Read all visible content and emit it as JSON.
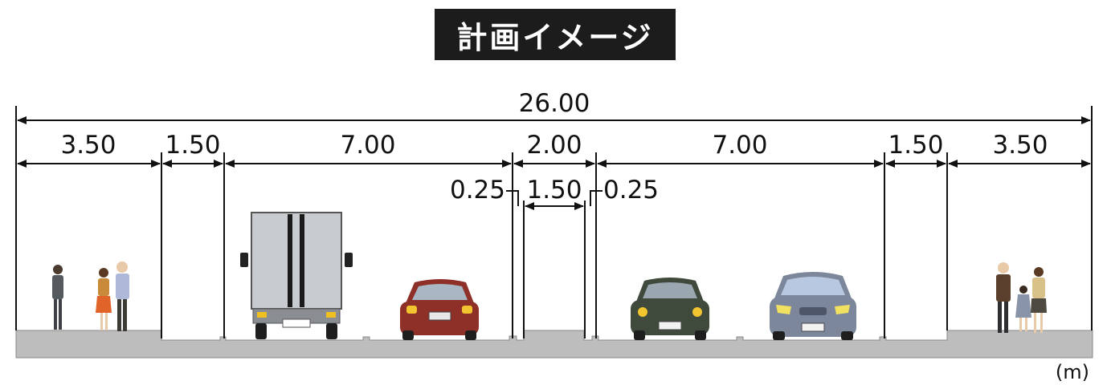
{
  "title": "計画イメージ",
  "unit": "(m)",
  "total_width": "26.00",
  "segments": [
    {
      "label": "3.50",
      "name": "sidewalk-left"
    },
    {
      "label": "1.50",
      "name": "bike-lane-left"
    },
    {
      "label": "7.00",
      "name": "roadway-left"
    },
    {
      "label": "2.00",
      "name": "median"
    },
    {
      "label": "7.00",
      "name": "roadway-right"
    },
    {
      "label": "1.50",
      "name": "bike-lane-right"
    },
    {
      "label": "3.50",
      "name": "sidewalk-right"
    }
  ],
  "median_detail": {
    "left_offset": "0.25",
    "center": "1.50",
    "right_offset": "0.25"
  },
  "colors": {
    "ground": "#bdbdbd",
    "truck_body": "#c8cbd0",
    "car_red": "#8e2f28",
    "car_dark": "#3f4a3c",
    "car_blue": "#7d879b"
  }
}
